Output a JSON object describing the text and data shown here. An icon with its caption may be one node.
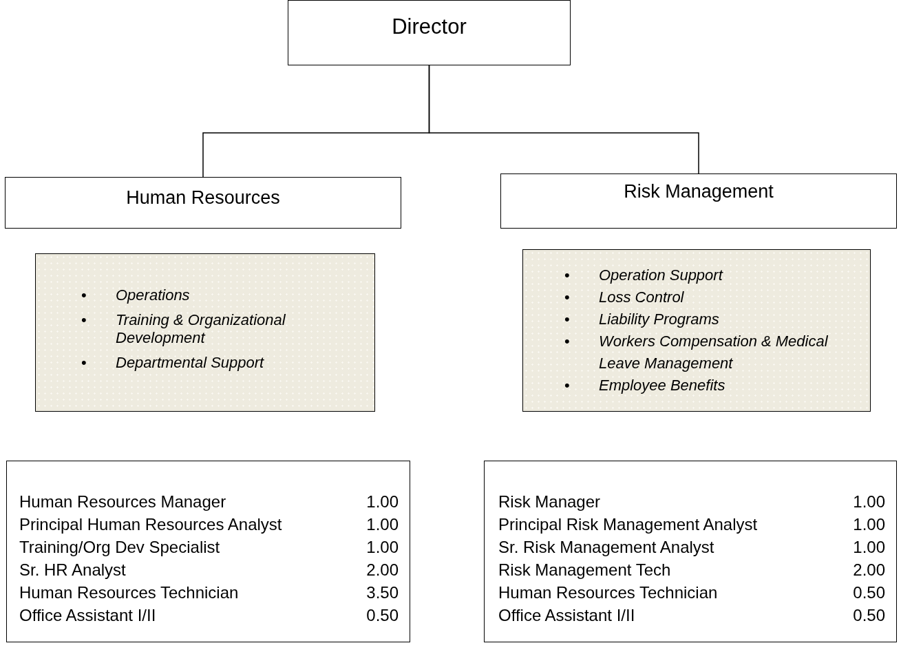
{
  "diagram": {
    "nodes": [
      {
        "text": [
          "Director"
        ]
      },
      {
        "text": [
          "Human Resources"
        ]
      },
      {
        "text": [
          "Risk Management"
        ]
      },
      {
        "text": [
          "• Operations",
          "• Training & Organizational Development",
          "• Departmental Support"
        ]
      },
      {
        "text": [
          "• Operation Support",
          "• Loss Control",
          "• Liability Programs",
          "• Workers Compensation & Medical Leave Management",
          "• Employee Benefits"
        ]
      },
      {
        "text": [
          "Human Resources Manager",
          "1.00",
          "Principal Human Resources Analyst",
          "1.00",
          "Training/Org Dev Specialist",
          "1.00",
          "Sr. HR Analyst",
          "2.00",
          "Human Resources Technician",
          "3.50",
          "Office Assistant I/II",
          "0.50"
        ]
      },
      {
        "text": [
          "Risk Manager",
          "1.00",
          "Principal Risk Management Analyst",
          "1.00",
          "Sr. Risk Management Analyst",
          "1.00",
          "Risk Management Tech",
          "2.00",
          "Human Resources Technician",
          "0.50",
          "Office Assistant I/II",
          "0.50"
        ]
      }
    ],
    "edges": [
      {
        "from": 0,
        "to": 1,
        "arrow": "none"
      },
      {
        "from": 0,
        "to": 2,
        "arrow": "none"
      }
    ]
  }
}
